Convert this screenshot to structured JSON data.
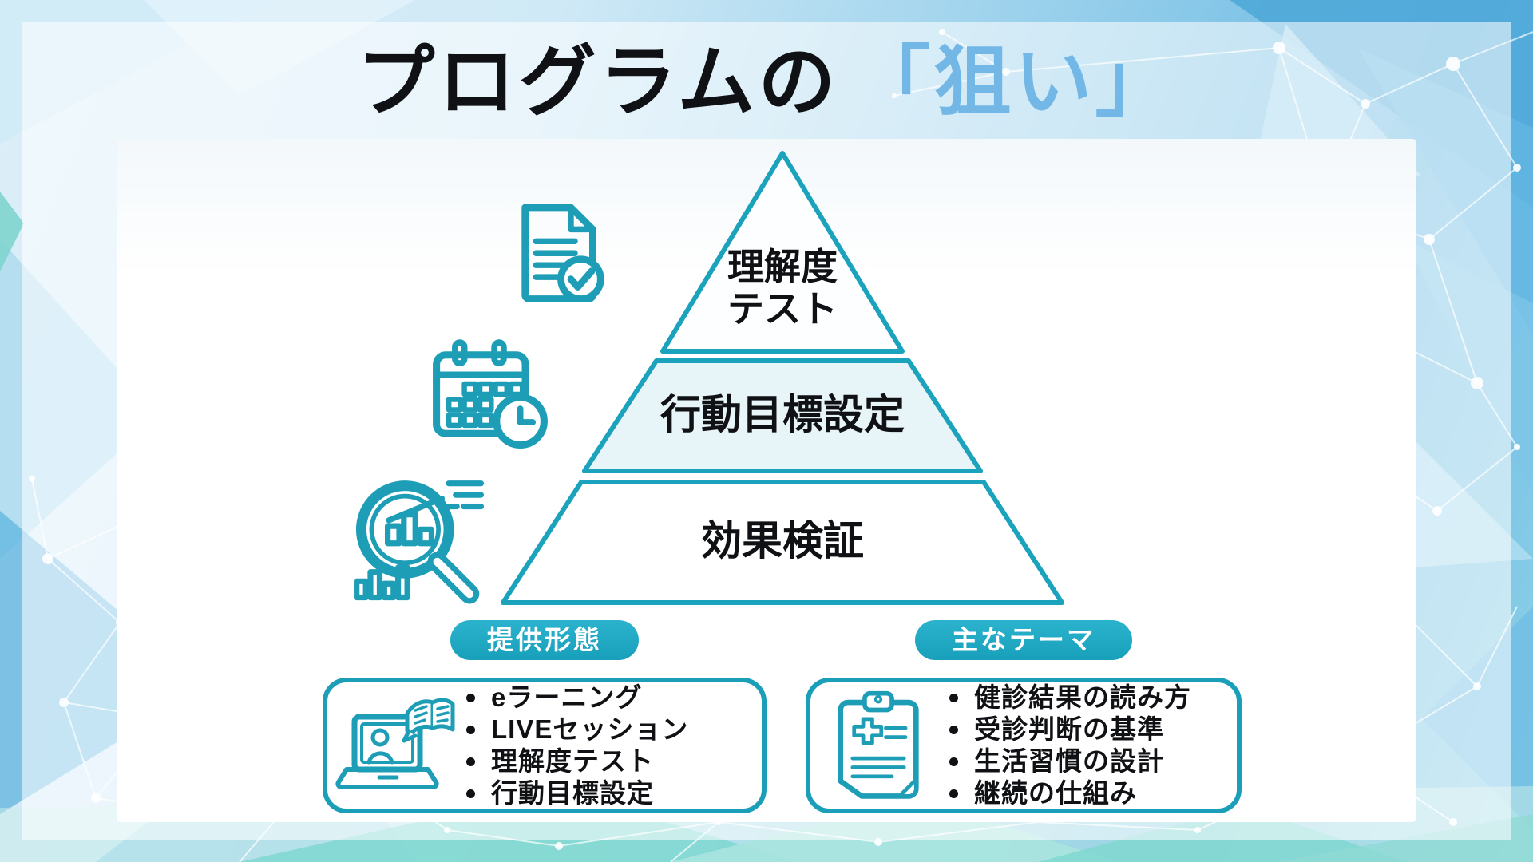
{
  "title": {
    "black": "プログラムの",
    "accent": "「狙い」"
  },
  "pyramid": {
    "levels": [
      {
        "name": "understanding-test",
        "lines": [
          "理解度",
          "テスト"
        ]
      },
      {
        "name": "behavior-goal-setting",
        "label": "行動目標設定"
      },
      {
        "name": "effect-verification",
        "label": "効果検証"
      }
    ]
  },
  "boxes": {
    "left": {
      "header": "提供形態",
      "items": [
        "eラーニング",
        "LIVEセッション",
        "理解度テスト",
        "行動目標設定"
      ]
    },
    "right": {
      "header": "主なテーマ",
      "items": [
        "健診結果の読み方",
        "受診判断の基準",
        "生活習慣の設計",
        "継続の仕組み"
      ]
    }
  },
  "icons": [
    "document-check-icon",
    "calendar-clock-icon",
    "analytics-magnifier-icon",
    "elearning-laptop-icon",
    "medical-clipboard-icon"
  ],
  "colors": {
    "teal": "#1b9fb8",
    "pill": "#1fa9c4",
    "accent_blue": "#72b7e6",
    "pyramid_mid_fill": "#e7f4f8",
    "text": "#101114"
  }
}
